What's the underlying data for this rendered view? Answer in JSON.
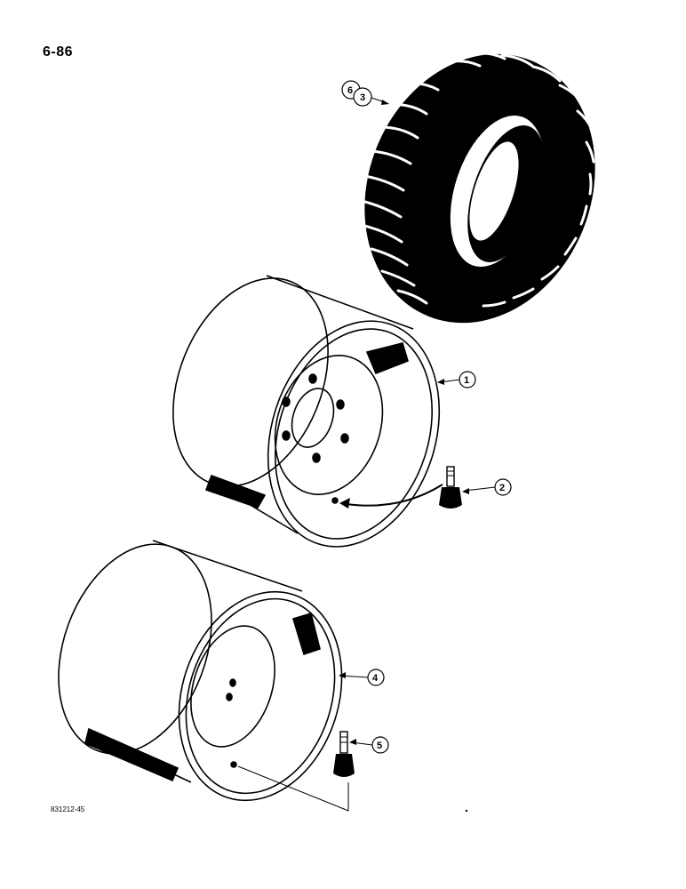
{
  "page_number": "6-86",
  "figure_code": "831212-45",
  "callouts": {
    "tire_a": "6",
    "tire_b": "3",
    "rim_upper": "1",
    "valve_upper": "2",
    "rim_lower": "4",
    "valve_lower": "5"
  }
}
